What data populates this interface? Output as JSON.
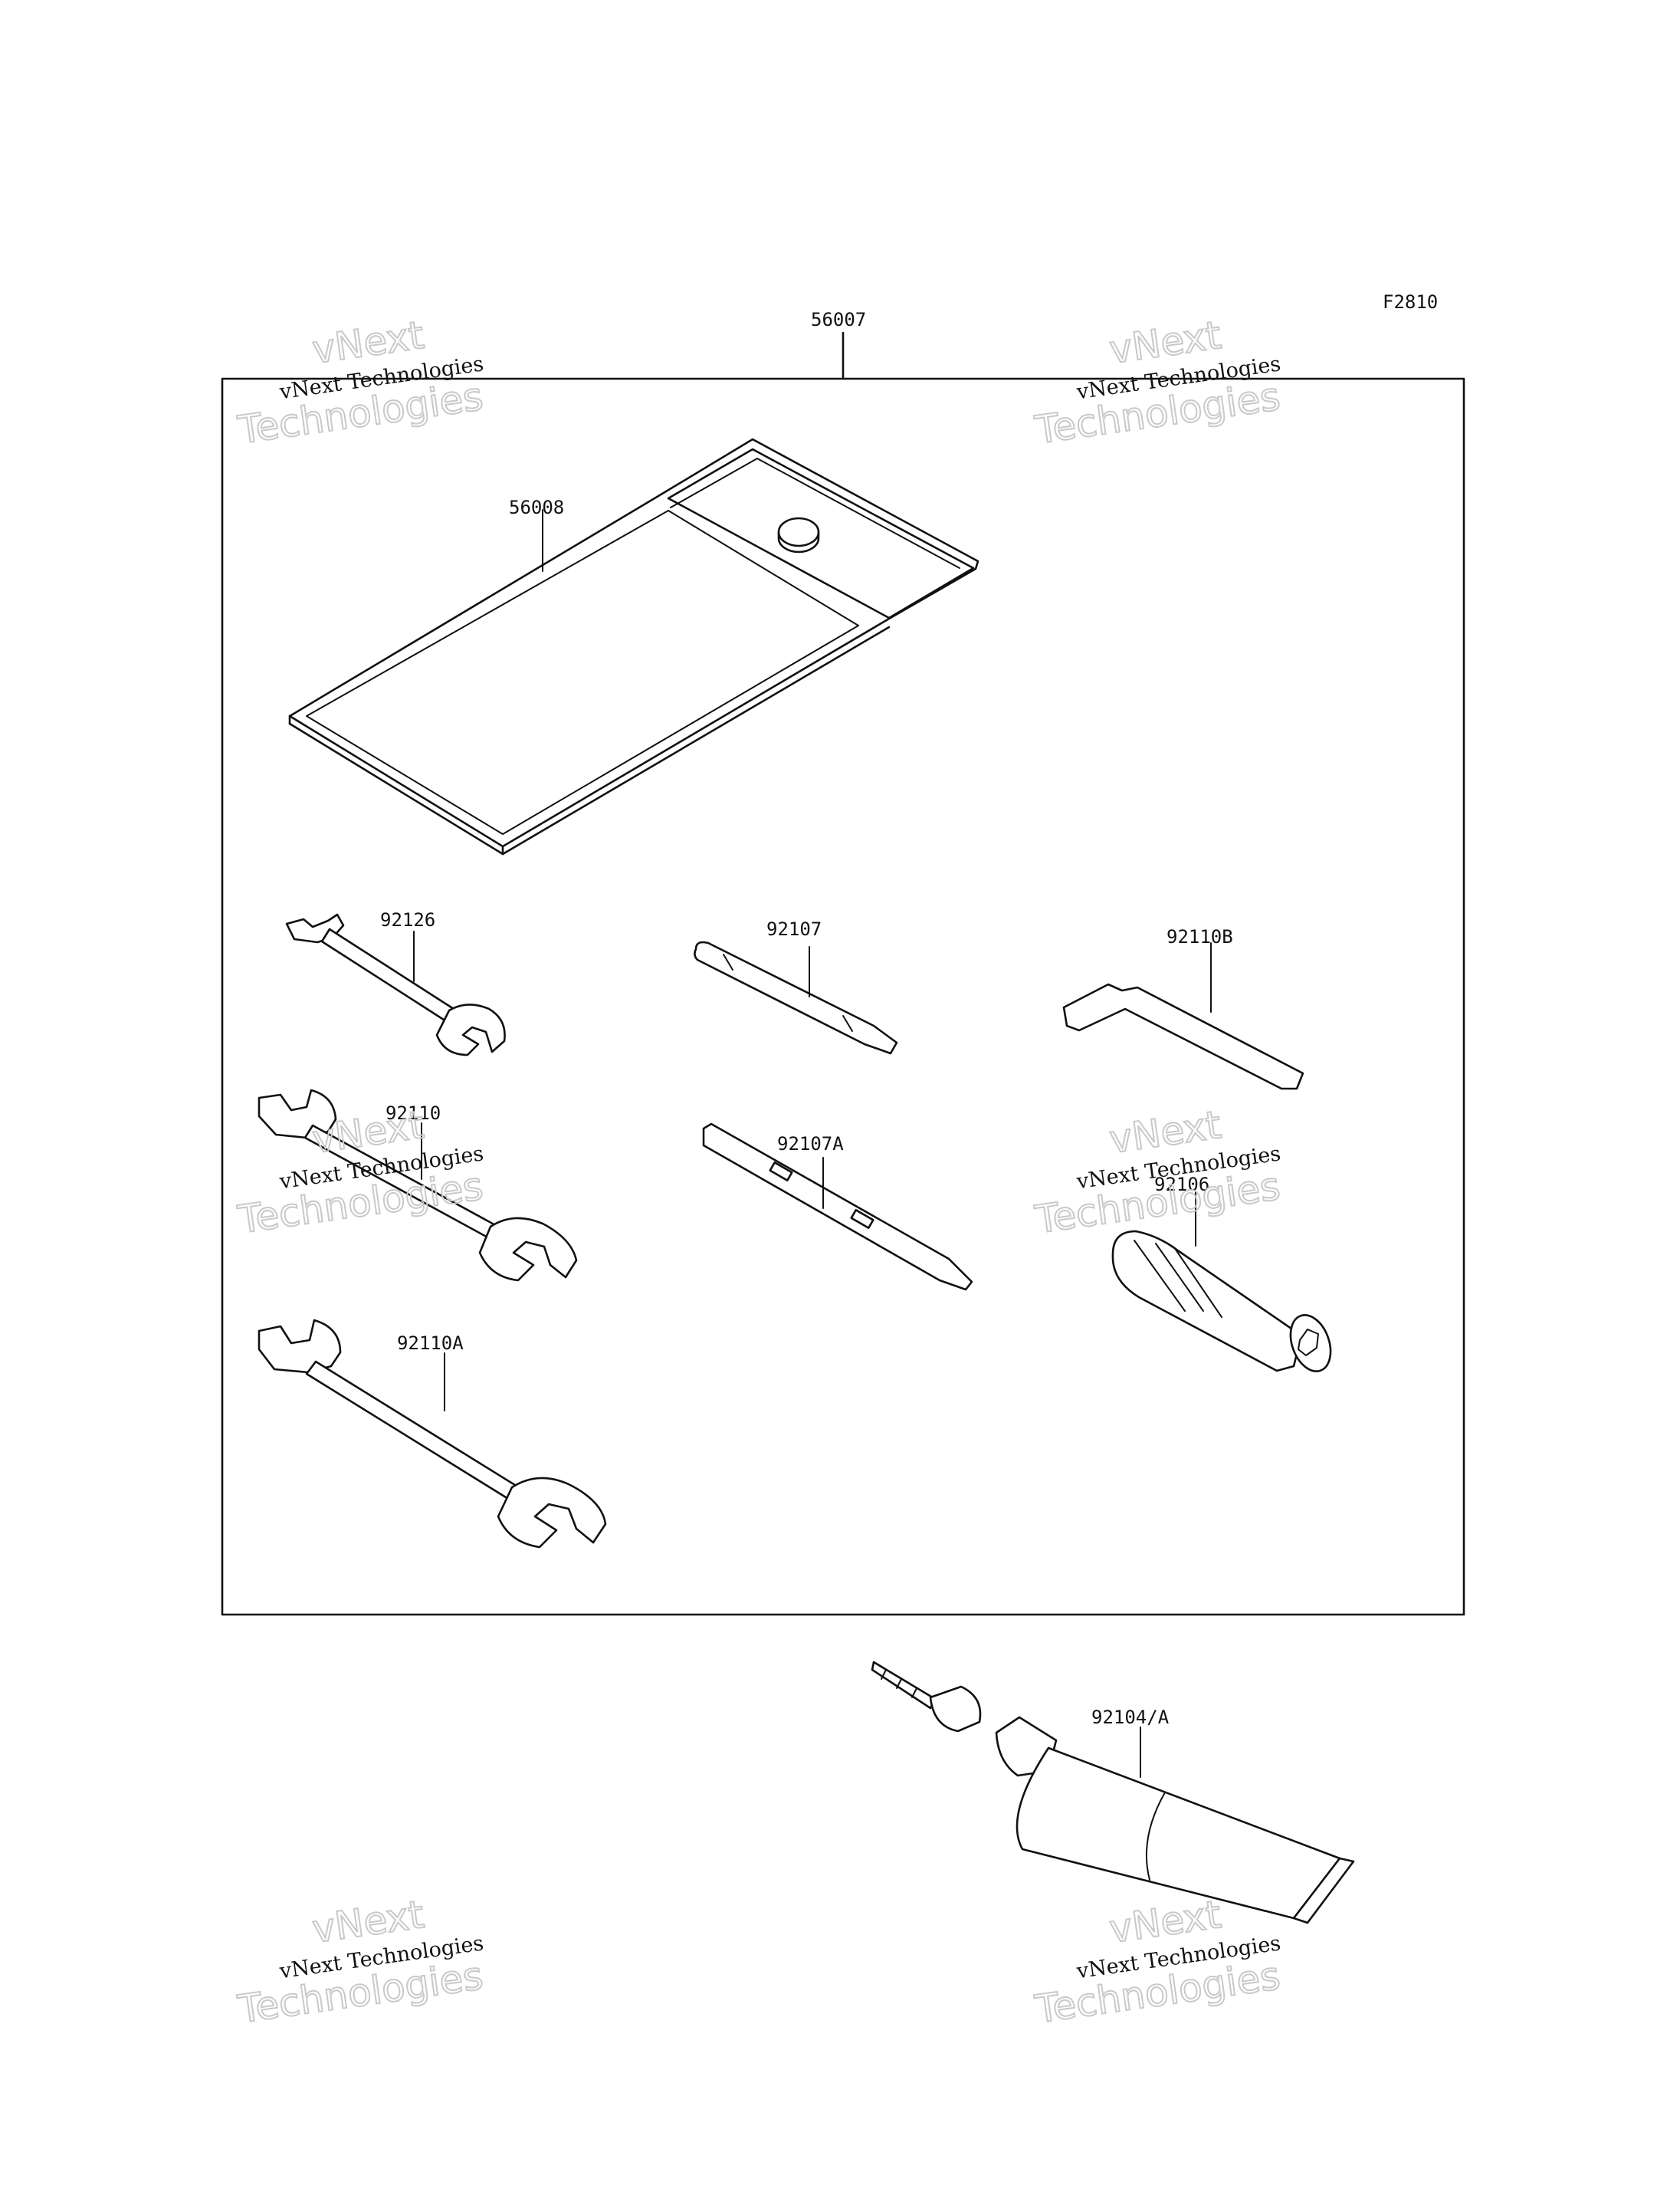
{
  "figure": {
    "code": "F2810"
  },
  "parts": {
    "tool_kit": "56007",
    "tool_bag": "56008",
    "wrench_small": "92126",
    "wrench_medium": "92110",
    "wrench_large": "92110A",
    "screwdriver_bit": "92107",
    "screwdriver_bit_double": "92107A",
    "hex_wrench": "92110B",
    "handle": "92106",
    "grease_tube": "92104/A"
  },
  "watermarks": [
    {
      "line1": "vNext",
      "line2": "vNext Technologies",
      "line3": "Technologies"
    },
    {
      "line1": "vNext",
      "line2": "vNext Technologies",
      "line3": "Technologies"
    },
    {
      "line1": "vNext",
      "line2": "vNext Technologies",
      "line3": "Technologies"
    },
    {
      "line1": "vNext",
      "line2": "vNext Technologies",
      "line3": "Technologies"
    },
    {
      "line1": "vNext",
      "line2": "vNext Technologies",
      "line3": "Technologies"
    },
    {
      "line1": "vNext",
      "line2": "vNext Technologies",
      "line3": "Technologies"
    }
  ]
}
